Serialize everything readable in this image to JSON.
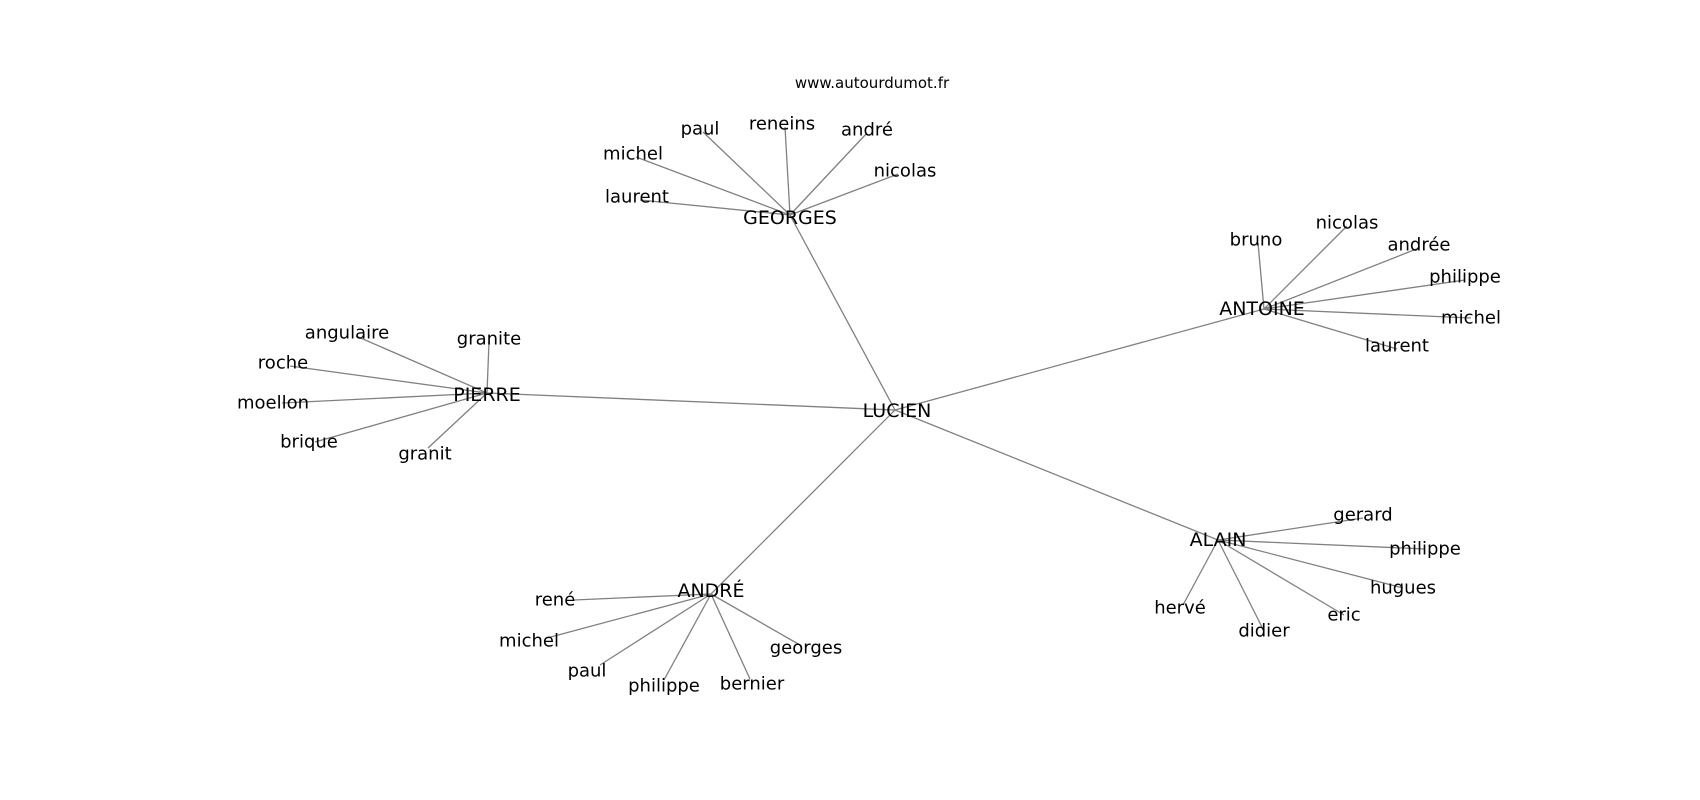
{
  "watermark": "www.autourdumot.fr",
  "colors": {
    "edge": "#808080",
    "text": "#000000",
    "background": "#ffffff"
  },
  "center": "LUCIEN",
  "groups": [
    {
      "hub": "GEORGES",
      "leaves": [
        "paul",
        "reneins",
        "andré",
        "michel",
        "nicolas",
        "laurent"
      ]
    },
    {
      "hub": "ANTOINE",
      "leaves": [
        "bruno",
        "nicolas",
        "andrée",
        "philippe",
        "michel",
        "laurent"
      ]
    },
    {
      "hub": "PIERRE",
      "leaves": [
        "angulaire",
        "granite",
        "roche",
        "moellon",
        "brique",
        "granit"
      ]
    },
    {
      "hub": "ALAIN",
      "leaves": [
        "gerard",
        "philippe",
        "hugues",
        "eric",
        "didier",
        "hervé"
      ]
    },
    {
      "hub": "ANDRÉ",
      "leaves": [
        "rené",
        "michel",
        "paul",
        "philippe",
        "bernier",
        "georges"
      ]
    }
  ]
}
